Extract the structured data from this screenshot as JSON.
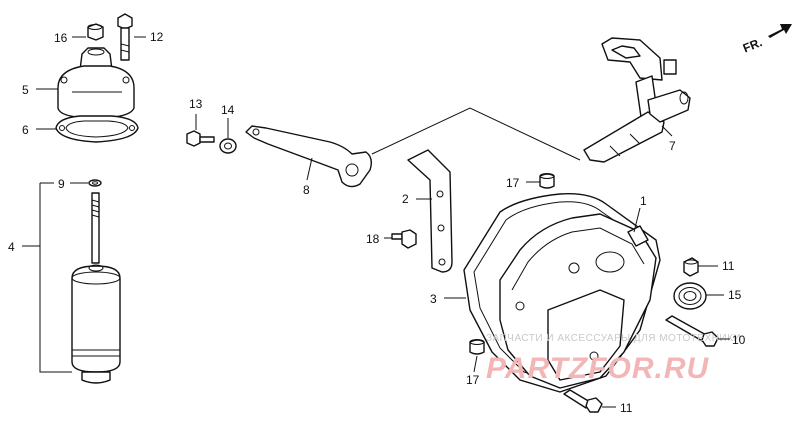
{
  "labels": {
    "p1": "1",
    "p2": "2",
    "p3": "3",
    "p4": "4",
    "p5": "5",
    "p6": "6",
    "p7": "7",
    "p8": "8",
    "p9": "9",
    "p10": "10",
    "p11a": "11",
    "p11b": "11",
    "p12": "12",
    "p13": "13",
    "p14": "14",
    "p15": "15",
    "p16": "16",
    "p17a": "17",
    "p17b": "17",
    "p18": "18"
  },
  "direction_marker": "FR.",
  "watermark": {
    "subtitle": "ЗАПЧАСТИ И АКСЕССУАРЫ ДЛЯ МОТОТЕХНИКИ",
    "brand": "PARTZFOR.RU"
  },
  "colors": {
    "line": "#111111",
    "watermark": "#f3b6b6"
  }
}
